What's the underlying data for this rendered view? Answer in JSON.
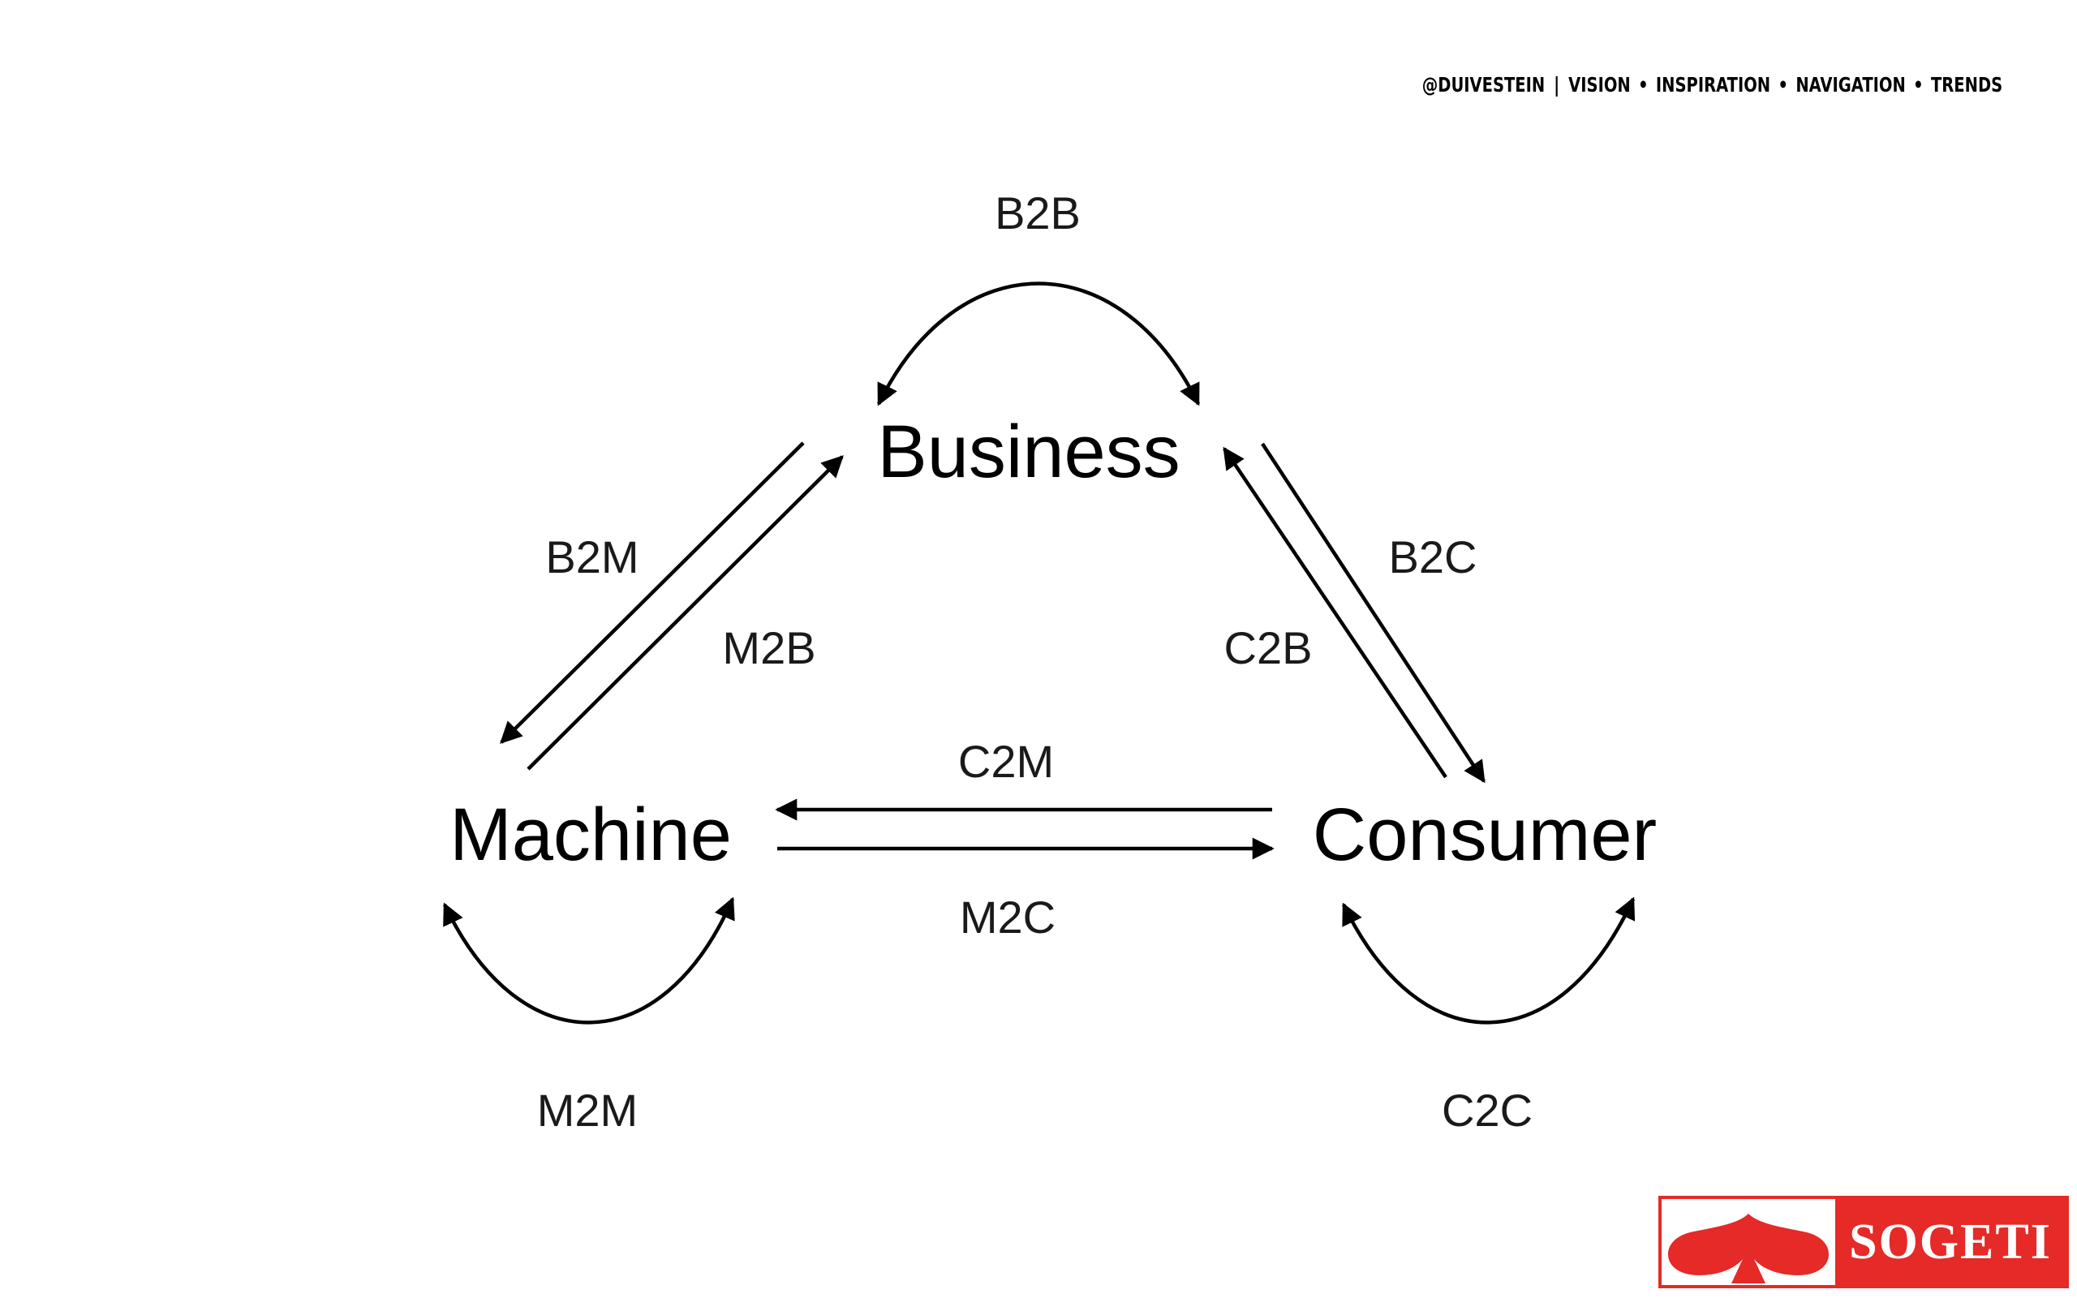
{
  "header": {
    "handle": "@DUIVESTEIN",
    "separator": "|",
    "topics": [
      "VISION",
      "INSPIRATION",
      "NAVIGATION",
      "TRENDS"
    ],
    "bullet": "•"
  },
  "diagram": {
    "nodes": {
      "business": "Business",
      "machine": "Machine",
      "consumer": "Consumer"
    },
    "flows": {
      "b2b": "B2B",
      "b2m": "B2M",
      "m2b": "M2B",
      "b2c": "B2C",
      "c2b": "C2B",
      "c2m": "C2M",
      "m2c": "M2C",
      "m2m": "M2M",
      "c2c": "C2C"
    }
  },
  "logo": {
    "wordmark": "SOGETI",
    "symbol": "spade-icon",
    "color": "#e52a27"
  }
}
